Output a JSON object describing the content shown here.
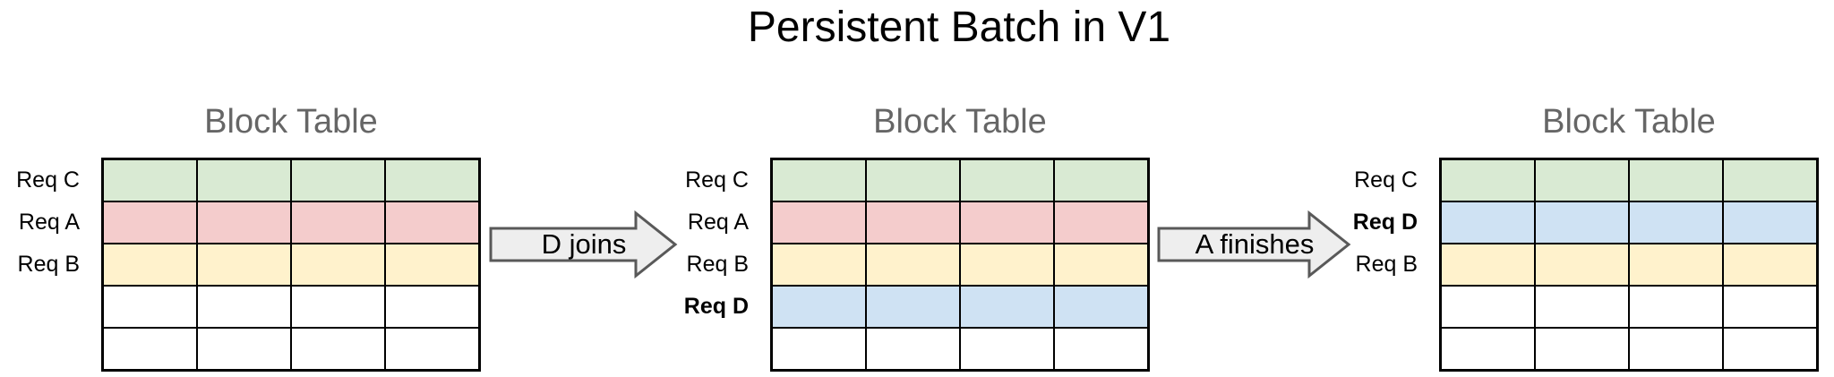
{
  "title": "Persistent Batch in V1",
  "panels": [
    {
      "title": "Block Table",
      "columns": 4,
      "row_colors": [
        "#d9ead3",
        "#f4cccc",
        "#fff2cc",
        "#ffffff",
        "#ffffff"
      ],
      "labels": [
        {
          "text": "Req C",
          "row": 0,
          "bold": false
        },
        {
          "text": "Req A",
          "row": 1,
          "bold": false
        },
        {
          "text": "Req B",
          "row": 2,
          "bold": false
        }
      ]
    },
    {
      "title": "Block Table",
      "columns": 4,
      "row_colors": [
        "#d9ead3",
        "#f4cccc",
        "#fff2cc",
        "#cfe2f3",
        "#ffffff"
      ],
      "labels": [
        {
          "text": "Req C",
          "row": 0,
          "bold": false
        },
        {
          "text": "Req A",
          "row": 1,
          "bold": false
        },
        {
          "text": "Req B",
          "row": 2,
          "bold": false
        },
        {
          "text": "Req D",
          "row": 3,
          "bold": true
        }
      ]
    },
    {
      "title": "Block Table",
      "columns": 4,
      "row_colors": [
        "#d9ead3",
        "#cfe2f3",
        "#fff2cc",
        "#ffffff",
        "#ffffff"
      ],
      "labels": [
        {
          "text": "Req C",
          "row": 0,
          "bold": false
        },
        {
          "text": "Req D",
          "row": 1,
          "bold": true
        },
        {
          "text": "Req B",
          "row": 2,
          "bold": false
        }
      ]
    }
  ],
  "arrows": [
    {
      "label": "D joins"
    },
    {
      "label": "A finishes"
    }
  ],
  "colors": {
    "row_green": "#d9ead3",
    "row_red": "#f4cccc",
    "row_yellow": "#fff2cc",
    "row_blue": "#cfe2f3",
    "row_empty": "#ffffff",
    "table_border": "#000000",
    "panel_title_gray": "#666666",
    "main_title": "#000000",
    "arrow_fill": "#eeeeee",
    "arrow_border": "#595959",
    "background": "#ffffff"
  }
}
